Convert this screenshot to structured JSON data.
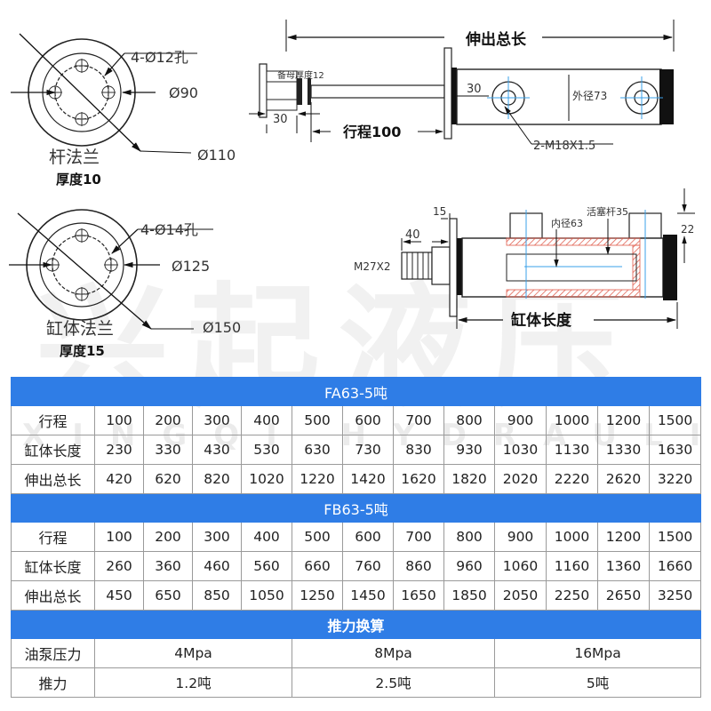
{
  "drawing": {
    "rod_flange": {
      "holes": "4-Ø12孔",
      "d_inner": "Ø90",
      "d_outer": "Ø110",
      "name": "杆法兰",
      "thickness": "厚度10"
    },
    "cyl_flange": {
      "holes": "4-Ø14孔",
      "d_inner": "Ø125",
      "d_outer": "Ø150",
      "name": "缸体法兰",
      "thickness": "厚度15"
    },
    "top_view": {
      "total_len": "伸出总长",
      "nut_thickness": "备母厚度12",
      "dim_30a": "30",
      "stroke": "行程100",
      "dim_30b": "30",
      "outer_d": "外径73",
      "thread": "2-M18X1.5"
    },
    "bottom_view": {
      "dim_15": "15",
      "dim_40": "40",
      "thread": "M27X2",
      "inner_d": "内径63",
      "rod_d": "活塞杆35",
      "dim_22": "22",
      "body_len": "缸体长度"
    },
    "watermark": "兴起液压",
    "watermark_en": "XINGQI HYDRAULIC"
  },
  "tables": {
    "fa": {
      "title": "FA63-5吨",
      "rows": [
        {
          "label": "行程",
          "values": [
            "100",
            "200",
            "300",
            "400",
            "500",
            "600",
            "700",
            "800",
            "900",
            "1000",
            "1200",
            "1500"
          ]
        },
        {
          "label": "缸体长度",
          "values": [
            "230",
            "330",
            "430",
            "530",
            "630",
            "730",
            "830",
            "930",
            "1030",
            "1130",
            "1330",
            "1630"
          ]
        },
        {
          "label": "伸出总长",
          "values": [
            "420",
            "620",
            "820",
            "1020",
            "1220",
            "1420",
            "1620",
            "1820",
            "2020",
            "2220",
            "2620",
            "3220"
          ]
        }
      ]
    },
    "fb": {
      "title": "FB63-5吨",
      "rows": [
        {
          "label": "行程",
          "values": [
            "100",
            "200",
            "300",
            "400",
            "500",
            "600",
            "700",
            "800",
            "900",
            "1000",
            "1200",
            "1500"
          ]
        },
        {
          "label": "缸体长度",
          "values": [
            "260",
            "360",
            "460",
            "560",
            "660",
            "760",
            "860",
            "960",
            "1060",
            "1160",
            "1360",
            "1660"
          ]
        },
        {
          "label": "伸出总长",
          "values": [
            "450",
            "650",
            "850",
            "1050",
            "1250",
            "1450",
            "1650",
            "1850",
            "2050",
            "2250",
            "2650",
            "3250"
          ]
        }
      ]
    },
    "thrust": {
      "title": "推力换算",
      "pressure_label": "油泵压力",
      "pressures": [
        "4Mpa",
        "8Mpa",
        "16Mpa"
      ],
      "force_label": "推力",
      "forces": [
        "1.2吨",
        "2.5吨",
        "5吨"
      ]
    }
  },
  "colors": {
    "header_blue": "#2f7de6",
    "section_red": "#e05a4a"
  }
}
